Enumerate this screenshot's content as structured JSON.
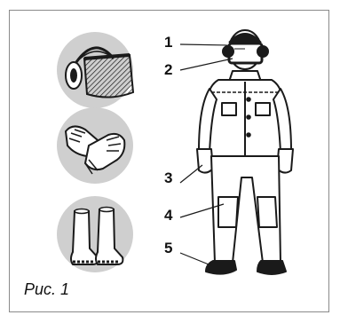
{
  "callouts": [
    "1",
    "2",
    "3",
    "4",
    "5"
  ],
  "caption": "Рис. 1",
  "icons": [
    "face-shield-with-earmuffs-icon",
    "protective-gloves-icon",
    "rubber-boots-icon"
  ],
  "colors": {
    "disc": "#cfcfcf",
    "stroke": "#1a1a1a",
    "frame": "#8a8a8a"
  }
}
